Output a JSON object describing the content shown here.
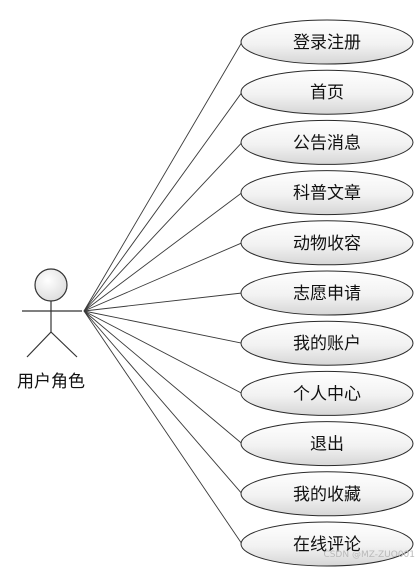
{
  "actor": {
    "label": "用户角色"
  },
  "use_cases": [
    {
      "label": "登录注册"
    },
    {
      "label": "首页"
    },
    {
      "label": "公告消息"
    },
    {
      "label": "科普文章"
    },
    {
      "label": "动物收容"
    },
    {
      "label": "志愿申请"
    },
    {
      "label": "我的账户"
    },
    {
      "label": "个人中心"
    },
    {
      "label": "退出"
    },
    {
      "label": "我的收藏"
    },
    {
      "label": "在线评论"
    }
  ],
  "watermark": "CSDN @MZ-ZUO001"
}
